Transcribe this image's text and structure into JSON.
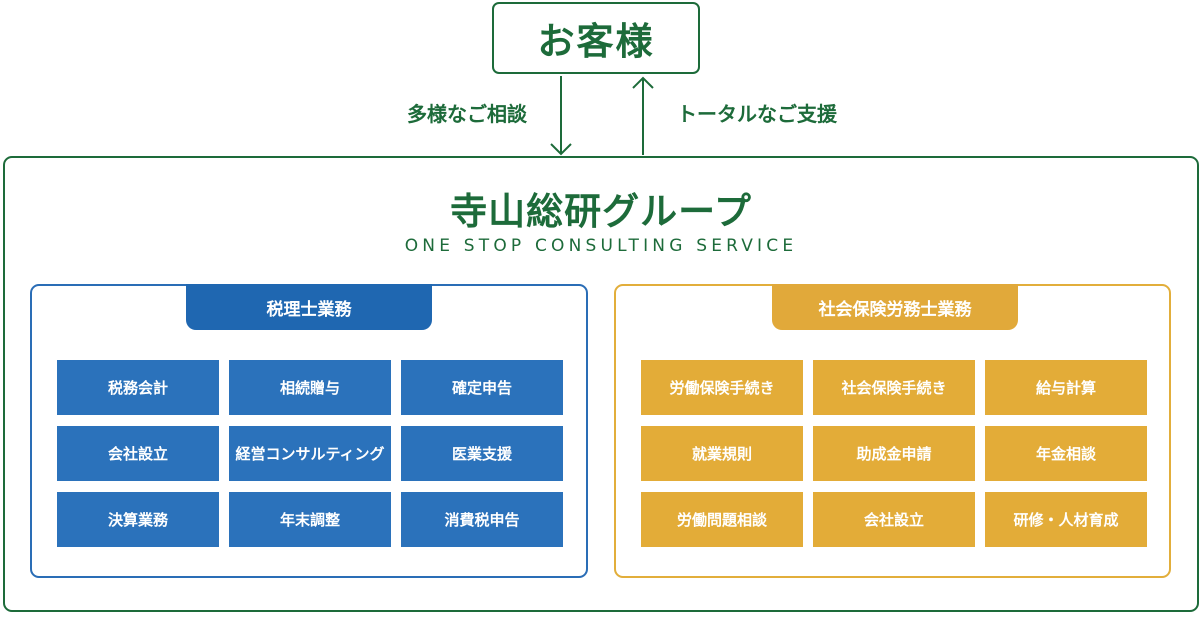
{
  "customer": {
    "title": "お客様"
  },
  "flow": {
    "down_label": "多様なご相談",
    "up_label": "トータルなご支援"
  },
  "group": {
    "title": "寺山総研グループ",
    "subtitle": "ONE STOP CONSULTING SERVICE"
  },
  "tax_panel": {
    "header": "税理士業務",
    "items": [
      "税務会計",
      "相続贈与",
      "確定申告",
      "会社設立",
      "経営コンサルティング",
      "医業支援",
      "決算業務",
      "年末調整",
      "消費税申告"
    ]
  },
  "labor_panel": {
    "header": "社会保険労務士業務",
    "items": [
      "労働保険手続き",
      "社会保険手続き",
      "給与計算",
      "就業規則",
      "助成金申請",
      "年金相談",
      "労働問題相談",
      "会社設立",
      "研修・人材育成"
    ]
  },
  "colors": {
    "green": "#1d6b3a",
    "tax_blue": "#2b72bb",
    "labor_gold": "#e3ac38"
  }
}
